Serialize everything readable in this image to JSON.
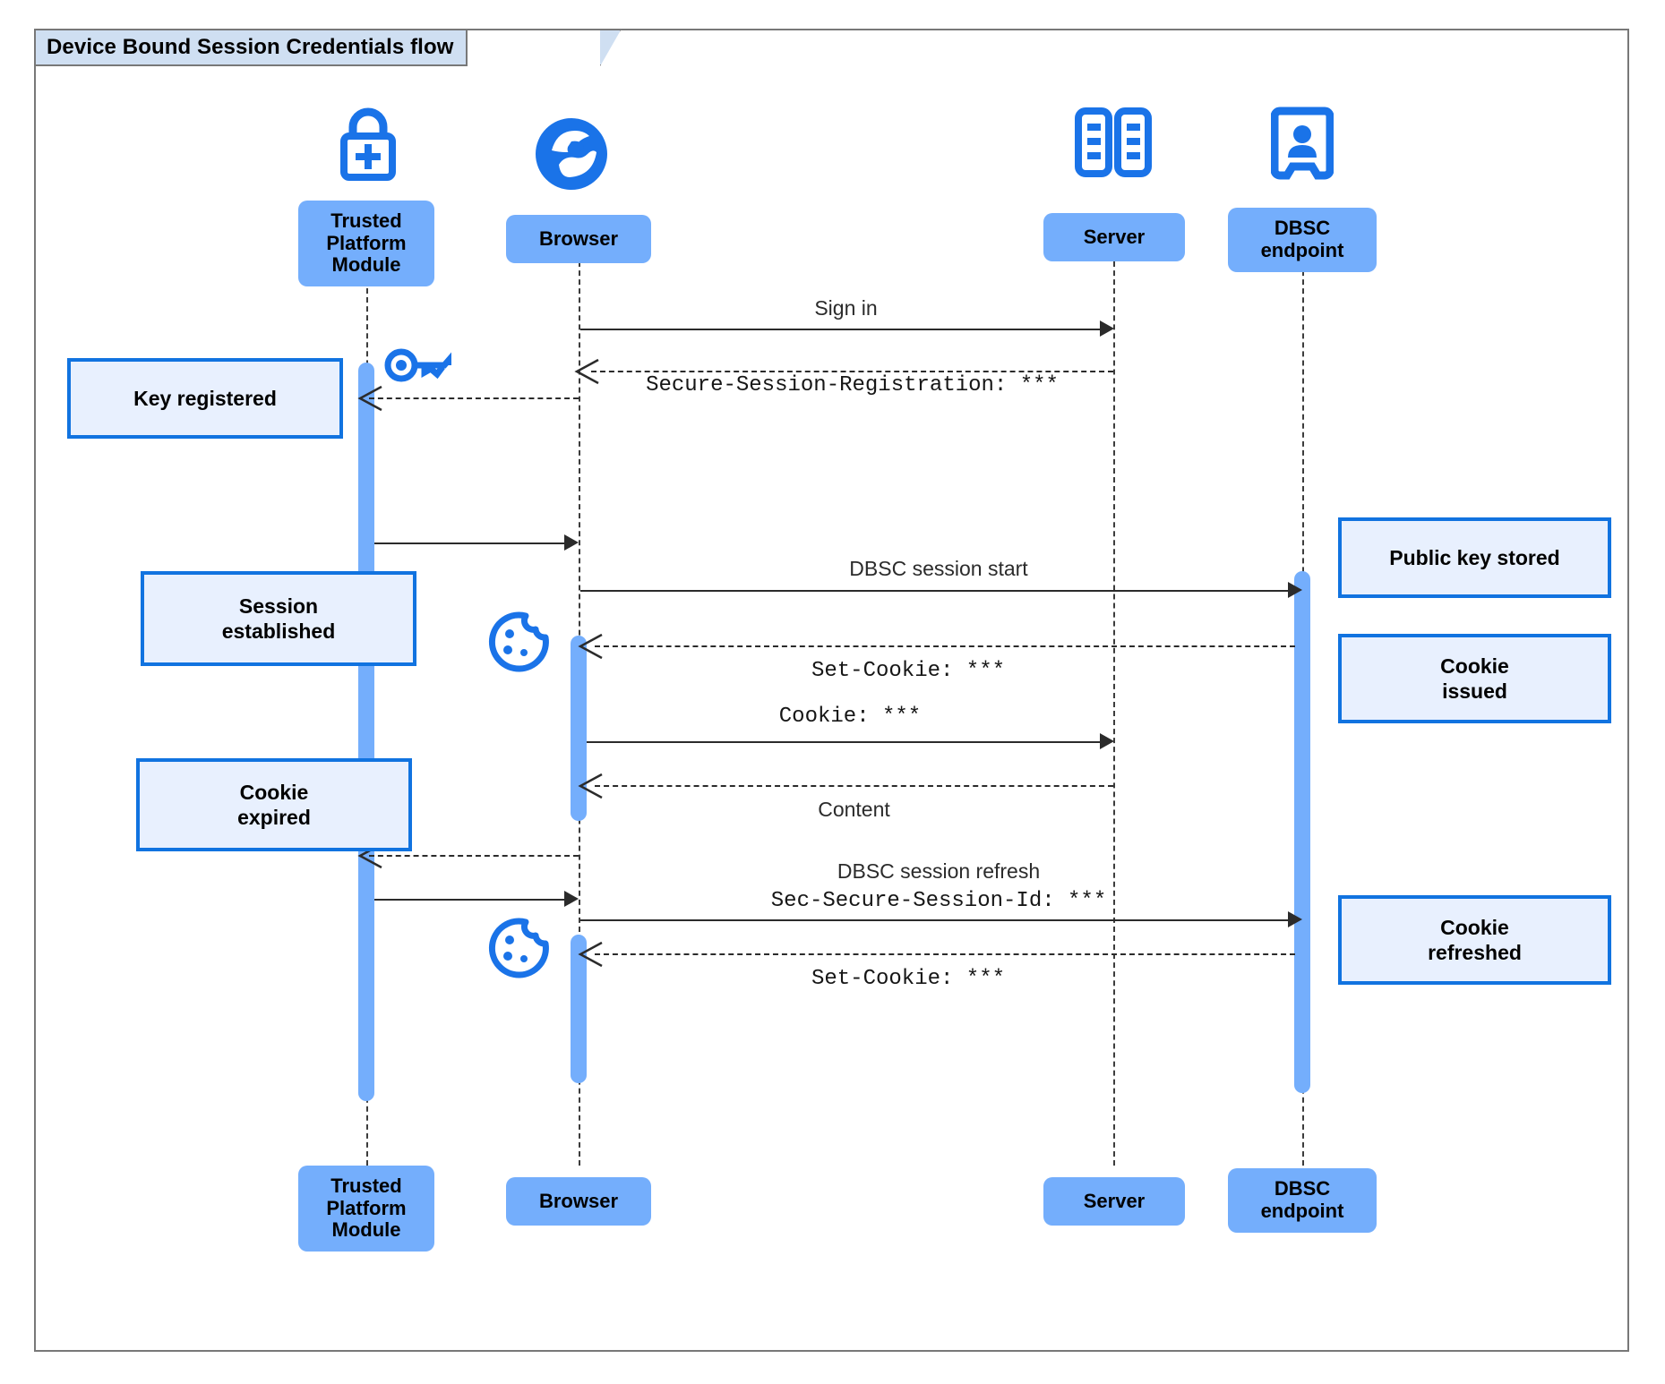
{
  "diagram": {
    "title": "Device Bound Session Credentials flow",
    "type": "uml-sequence",
    "colors": {
      "participant_fill": "#74aefc",
      "note_fill": "#e8f0fe",
      "note_border": "#1173e0",
      "icon_blue": "#1a73e8",
      "frame_border": "#787878",
      "title_fill": "#cfdff2",
      "line": "#2b2b2b"
    }
  },
  "participants": [
    {
      "id": "tpm",
      "label": "Trusted Platform Module",
      "icon": "padlock-plus-icon"
    },
    {
      "id": "browser",
      "label": "Browser",
      "icon": "globe-icon"
    },
    {
      "id": "server",
      "label": "Server",
      "icon": "server-rack-icon"
    },
    {
      "id": "dbsc",
      "label": "DBSC endpoint",
      "icon": "id-badge-icon"
    }
  ],
  "messages": [
    {
      "id": "m1",
      "from": "browser",
      "to": "server",
      "label": "Sign in",
      "style": "solid",
      "font": "sans"
    },
    {
      "id": "m2",
      "from": "server",
      "to": "browser",
      "label": "Secure-Session-Registration: ***",
      "style": "dashed",
      "font": "mono"
    },
    {
      "id": "m3",
      "from": "tpm",
      "to": "browser",
      "label": "",
      "style": "solid",
      "font": "sans"
    },
    {
      "id": "m4",
      "from": "browser",
      "to": "dbsc",
      "label": "DBSC session start",
      "style": "solid",
      "font": "sans"
    },
    {
      "id": "m5",
      "from": "dbsc",
      "to": "browser",
      "label": "Set-Cookie: ***",
      "style": "dashed",
      "font": "mono"
    },
    {
      "id": "m6",
      "from": "browser",
      "to": "server",
      "label": "Cookie: ***",
      "style": "solid",
      "font": "mono"
    },
    {
      "id": "m7",
      "from": "server",
      "to": "browser",
      "label": "Content",
      "style": "dashed",
      "font": "sans"
    },
    {
      "id": "m8",
      "from": "browser",
      "to": "tpm",
      "label": "",
      "style": "dashed",
      "font": "sans"
    },
    {
      "id": "m9",
      "from": "tpm",
      "to": "browser",
      "label": "",
      "style": "solid",
      "font": "sans"
    },
    {
      "id": "m10",
      "from": "browser",
      "to": "dbsc",
      "label_line1": "DBSC session refresh",
      "label_line2": "Sec-Secure-Session-Id: ***",
      "style": "solid",
      "font": "mixed"
    },
    {
      "id": "m11",
      "from": "dbsc",
      "to": "browser",
      "label": "Set-Cookie: ***",
      "style": "dashed",
      "font": "mono"
    }
  ],
  "notes": [
    {
      "id": "n1",
      "text": "Key registered",
      "side": "left-of-tpm"
    },
    {
      "id": "n2",
      "text": "Session established",
      "line1": "Session",
      "line2": "established",
      "side": "left-of-tpm"
    },
    {
      "id": "n3",
      "text": "Cookie expired",
      "line1": "Cookie",
      "line2": "expired",
      "side": "left-of-tpm"
    },
    {
      "id": "n4",
      "text": "Public key stored",
      "side": "right-of-dbsc"
    },
    {
      "id": "n5",
      "text": "Cookie issued",
      "line1": "Cookie",
      "line2": "issued",
      "side": "right-of-dbsc"
    },
    {
      "id": "n6",
      "text": "Cookie refreshed",
      "line1": "Cookie",
      "line2": "refreshed",
      "side": "right-of-dbsc"
    }
  ],
  "inline_icons": [
    {
      "id": "key1",
      "name": "key-icon",
      "near": "tpm-activation-top"
    },
    {
      "id": "cookie1",
      "name": "cookie-icon",
      "near": "browser-set-cookie-1"
    },
    {
      "id": "cookie2",
      "name": "cookie-icon",
      "near": "browser-set-cookie-2"
    }
  ]
}
